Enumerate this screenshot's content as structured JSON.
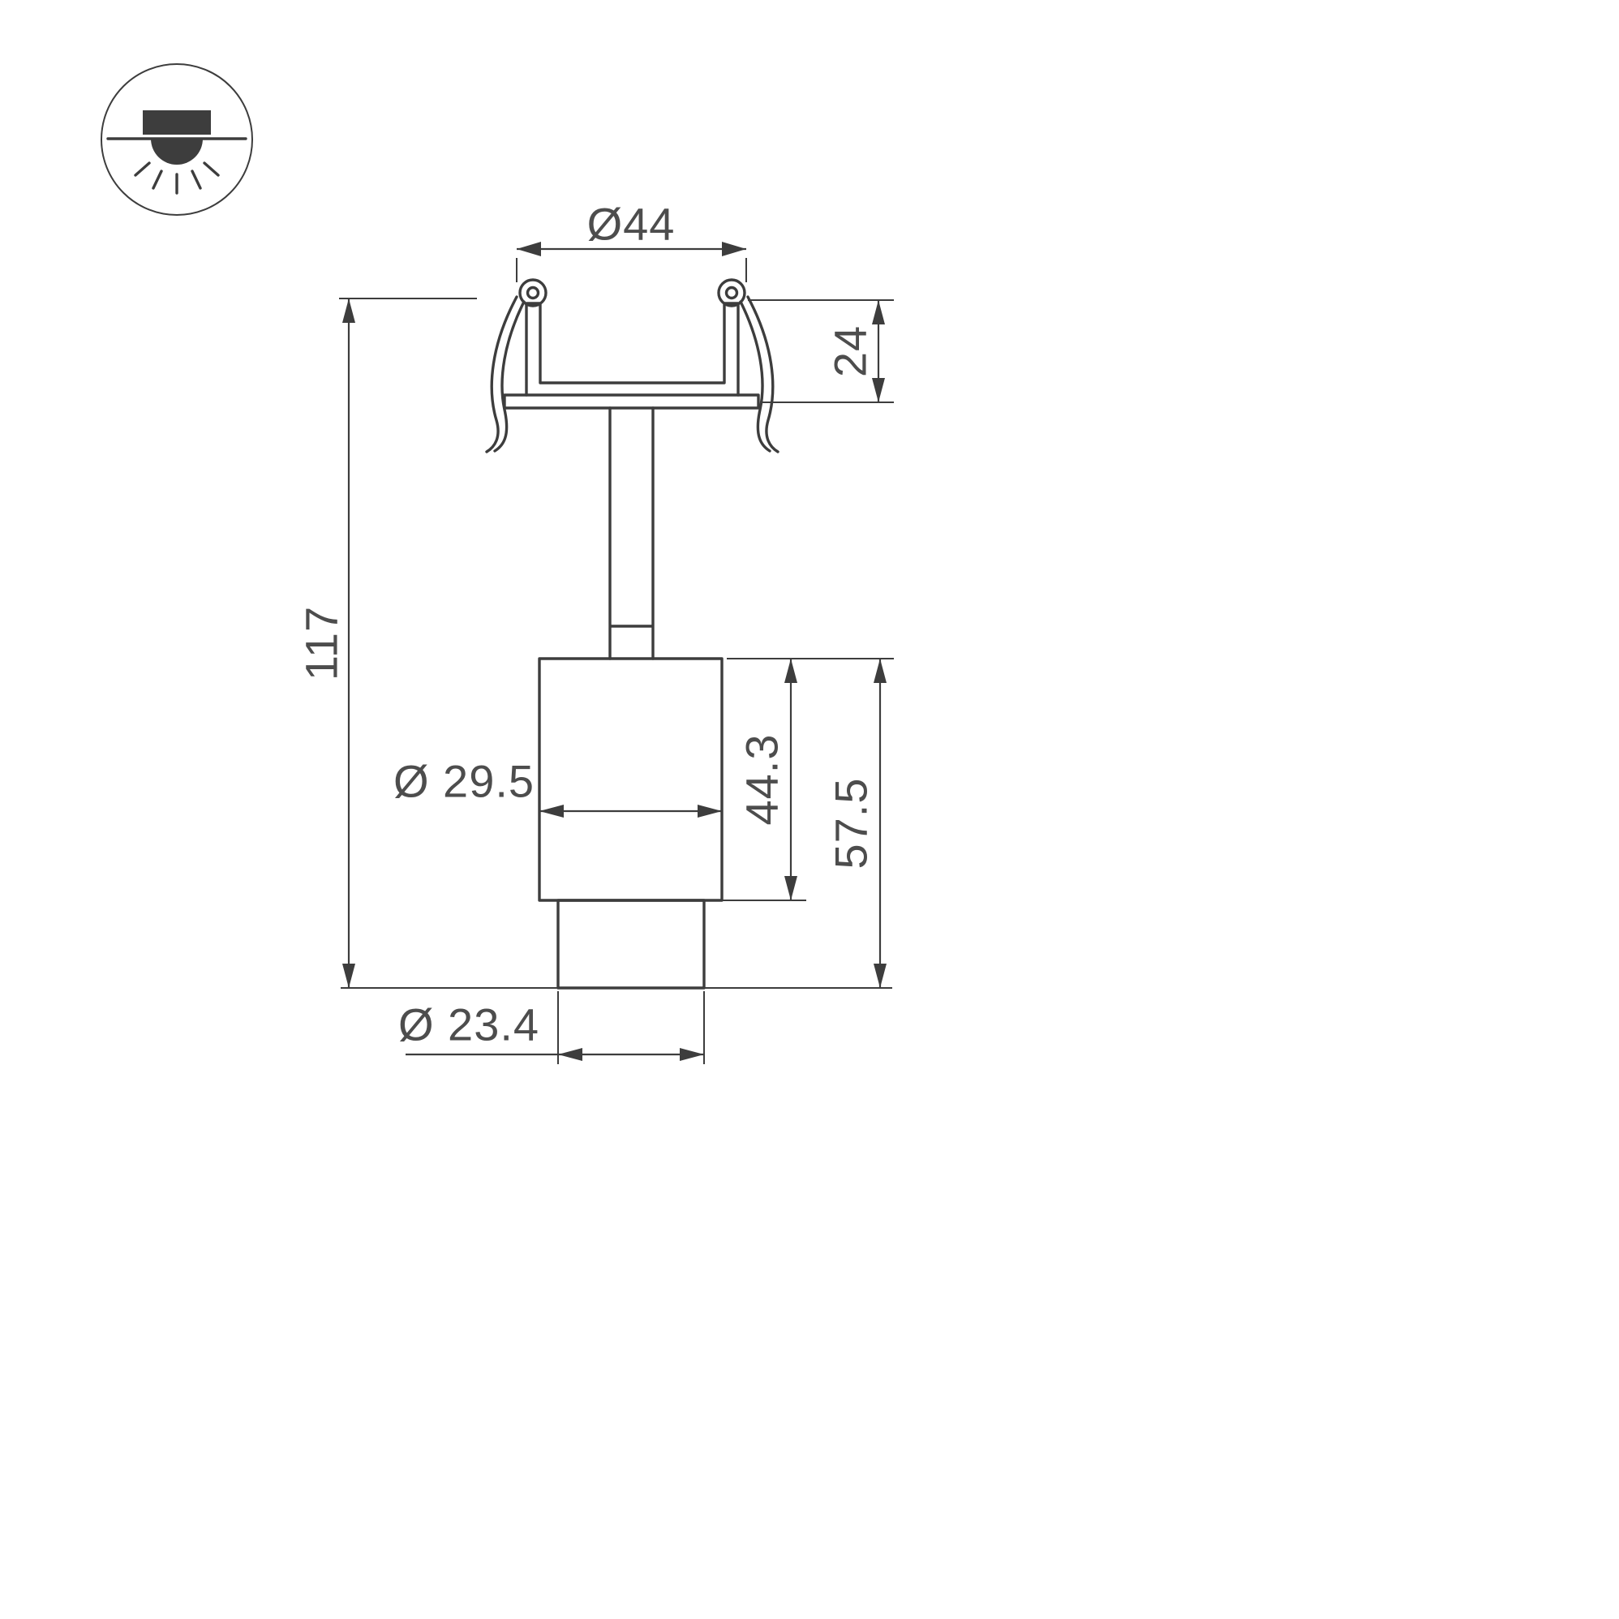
{
  "icons": {
    "recessed_downlight": "recessed-downlight-icon"
  },
  "dimensions": {
    "top_diameter": "Ø44",
    "recess_height": "24",
    "overall_height": "117",
    "body_diameter": "Ø 29.5",
    "body_height": "44.3",
    "lower_height": "57.5",
    "tip_diameter": "Ø 23.4"
  },
  "colors": {
    "line": "#3d3d3d",
    "text": "#4d4d4d",
    "background": "#ffffff"
  }
}
